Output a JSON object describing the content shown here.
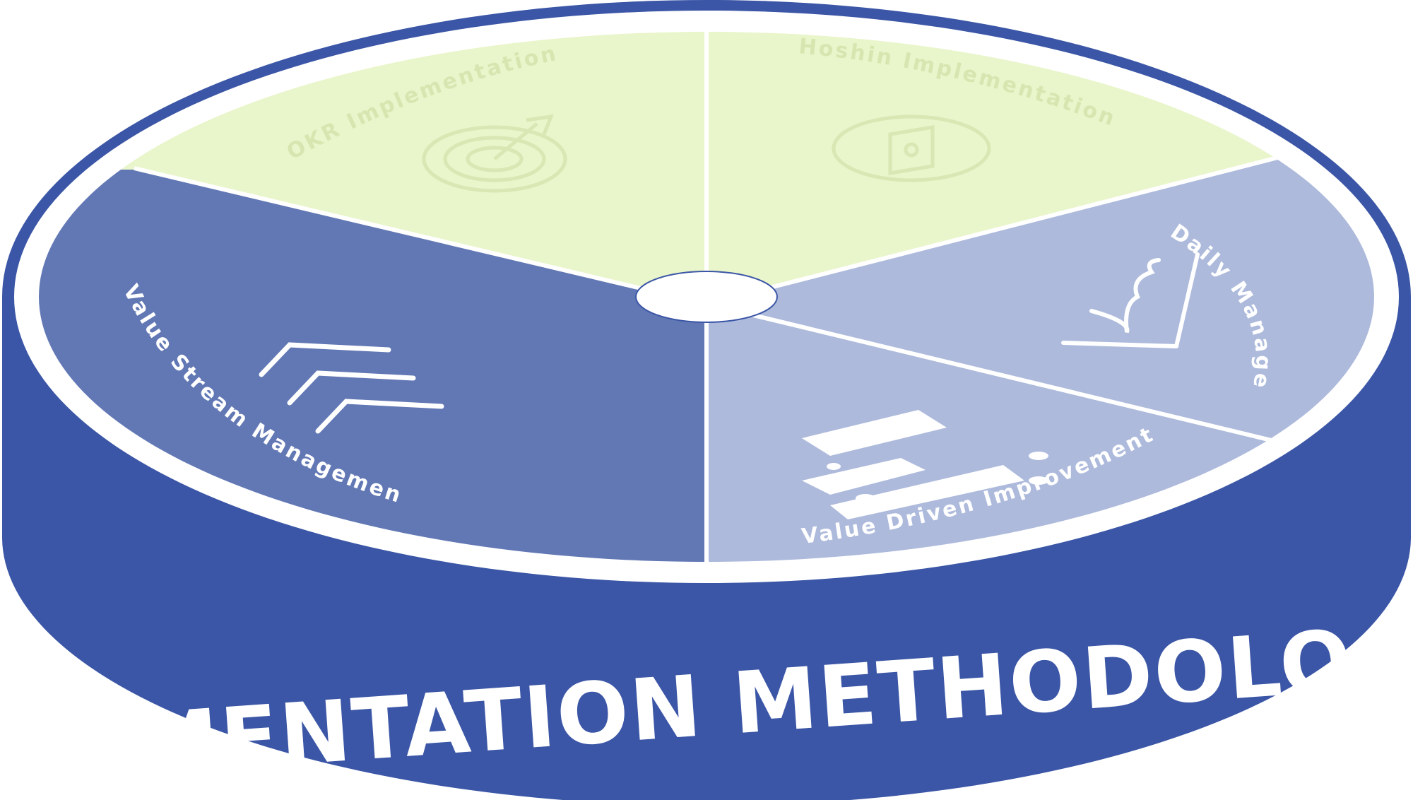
{
  "title": "IMPLEMENTATION METHODOLOGIES",
  "colors": {
    "base_blue": "#3b56a6",
    "value_stream": "#6278b5",
    "value_driven": "#adbadc",
    "daily_management": "#adbadc",
    "okr": "#e9f5ca",
    "hoshin": "#e9f5ca",
    "white": "#ffffff"
  },
  "segments": [
    {
      "id": "okr",
      "label": "OKR Implementation",
      "icon": "target-dart-icon"
    },
    {
      "id": "hoshin",
      "label": "Hoshin Implementation",
      "icon": "compass-icon"
    },
    {
      "id": "daily",
      "label": "Daily Management",
      "icon": "line-chart-icon"
    },
    {
      "id": "value-driven",
      "label": "Value Driven Improvement",
      "icon": "gantt-chart-icon"
    },
    {
      "id": "value-stream",
      "label": "Value Stream Management",
      "icon": "chevron-stack-icon"
    }
  ]
}
